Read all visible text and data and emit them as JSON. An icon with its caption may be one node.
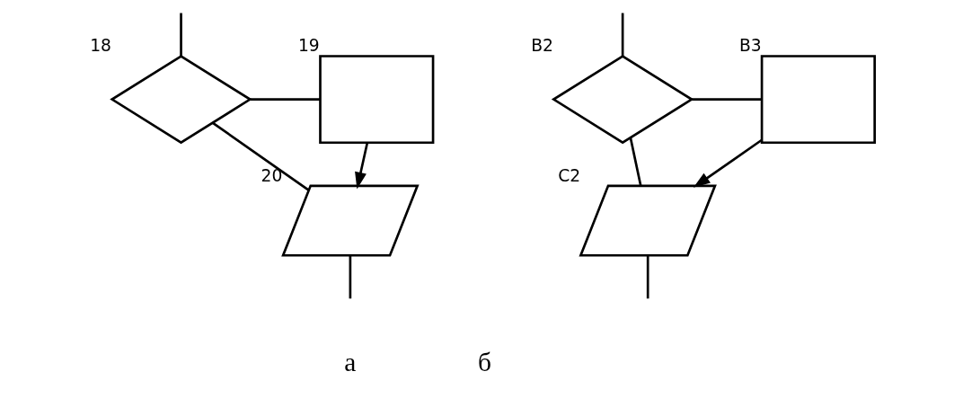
{
  "diagram": {
    "nodes": [
      {
        "text": [],
        "shape": "diamond",
        "beside": [
          "18"
        ]
      },
      {
        "text": [],
        "shape": "box",
        "beside": [
          "19"
        ]
      },
      {
        "text": [],
        "shape": "parallelogram",
        "beside": [
          "20"
        ]
      },
      {
        "text": [],
        "shape": "diamond",
        "beside": [
          "B2"
        ]
      },
      {
        "text": [],
        "shape": "box",
        "beside": [
          "B3"
        ]
      },
      {
        "text": [],
        "shape": "parallelogram",
        "beside": [
          "C2"
        ]
      }
    ],
    "edges": [
      {
        "from": null,
        "to": 0,
        "arrow": "none"
      },
      {
        "from": 0,
        "to": 1,
        "arrow": "none"
      },
      {
        "from": 0,
        "to": 2,
        "arrow": "none"
      },
      {
        "from": 1,
        "to": 2,
        "arrow": "to"
      },
      {
        "from": 2,
        "to": null,
        "arrow": "none"
      },
      {
        "from": null,
        "to": 3,
        "arrow": "none"
      },
      {
        "from": 3,
        "to": 4,
        "arrow": "none"
      },
      {
        "from": 3,
        "to": 5,
        "arrow": "none"
      },
      {
        "from": 4,
        "to": 5,
        "arrow": "to"
      },
      {
        "from": 5,
        "to": null,
        "arrow": "none"
      }
    ],
    "labels": [
      "а",
      "б"
    ]
  }
}
